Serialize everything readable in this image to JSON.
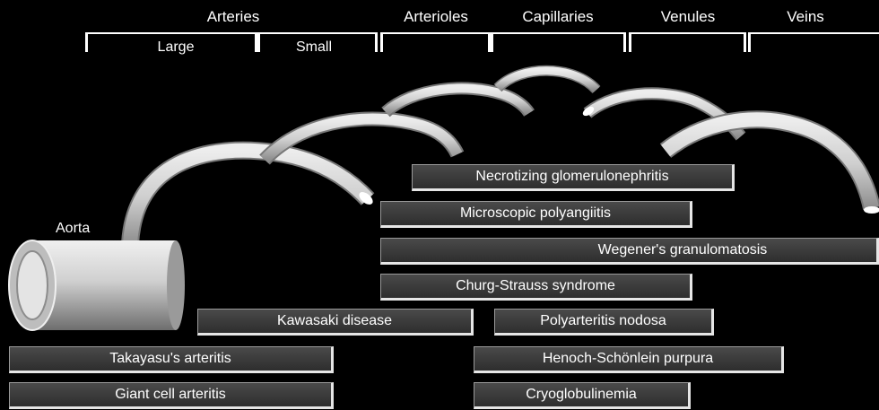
{
  "headers": {
    "arteries": "Arteries",
    "arterioles": "Arterioles",
    "capillaries": "Capillaries",
    "venules": "Venules",
    "veins": "Veins",
    "large": "Large",
    "small": "Small"
  },
  "aorta_label": "Aorta",
  "diseases": {
    "necrotizing": "Necrotizing glomerulonephritis",
    "microscopic": "Microscopic polyangiitis",
    "wegener": "Wegener's granulomatosis",
    "churg": "Churg-Strauss syndrome",
    "kawasaki": "Kawasaki disease",
    "polyarteritis": "Polyarteritis nodosa",
    "takayasu": "Takayasu's arteritis",
    "henoch": "Henoch-Schönlein purpura",
    "giant_cell": "Giant cell arteritis",
    "cryoglobulinemia": "Cryoglobulinemia"
  },
  "colors": {
    "background": "#000000",
    "box_fill": "#3d3d3d",
    "box_border": "#e6e6e6",
    "vessel_light": "#d9d9d9",
    "vessel_dark": "#8a8a8a"
  }
}
